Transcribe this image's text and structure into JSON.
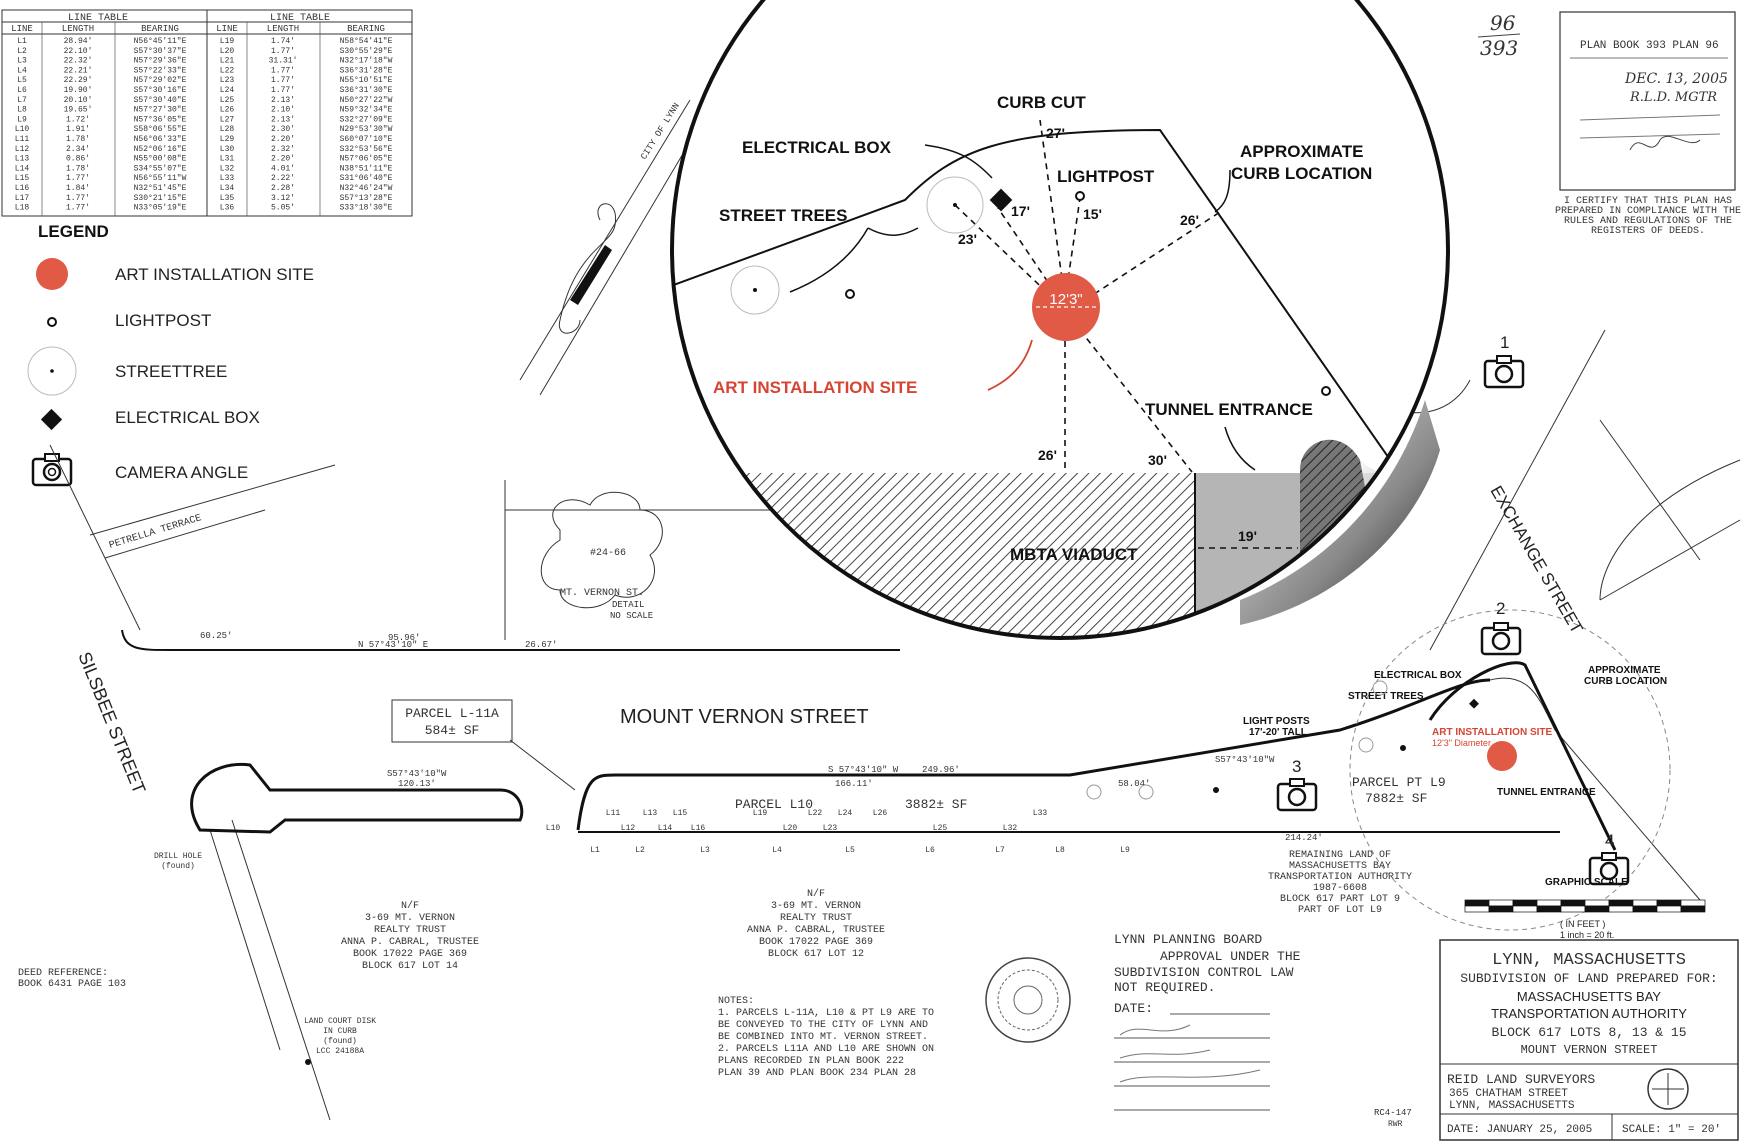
{
  "legend": {
    "title": "LEGEND",
    "items": [
      {
        "label": "ART INSTALLATION SITE",
        "icon": "art-site-icon"
      },
      {
        "label": "LIGHTPOST",
        "icon": "lightpost-icon"
      },
      {
        "label": "STREETTREE",
        "icon": "street-tree-icon"
      },
      {
        "label": "ELECTRICAL BOX",
        "icon": "electrical-box-icon"
      },
      {
        "label": "CAMERA ANGLE",
        "icon": "camera-icon"
      }
    ]
  },
  "line_table": {
    "title": "LINE TABLE",
    "headers": [
      "LINE",
      "LENGTH",
      "BEARING"
    ],
    "left_rows": [
      [
        "L1",
        "28.94'",
        "N56°45'11\"E"
      ],
      [
        "L2",
        "22.10'",
        "S57°30'37\"E"
      ],
      [
        "L3",
        "22.32'",
        "N57°29'36\"E"
      ],
      [
        "L4",
        "22.21'",
        "S57°22'33\"E"
      ],
      [
        "L5",
        "22.29'",
        "N57°29'02\"E"
      ],
      [
        "L6",
        "19.90'",
        "S57°30'16\"E"
      ],
      [
        "L7",
        "20.10'",
        "S57°30'40\"E"
      ],
      [
        "L8",
        "19.65'",
        "N57°27'30\"E"
      ],
      [
        "L9",
        "1.72'",
        "N57°36'05\"E"
      ],
      [
        "L10",
        "1.91'",
        "S58°06'55\"E"
      ],
      [
        "L11",
        "1.78'",
        "N56°06'33\"E"
      ],
      [
        "L12",
        "2.34'",
        "N52°06'16\"E"
      ],
      [
        "L13",
        "0.86'",
        "N55°00'08\"E"
      ],
      [
        "L14",
        "1.78'",
        "S34°55'07\"E"
      ],
      [
        "L15",
        "1.77'",
        "N56°55'11\"W"
      ],
      [
        "L16",
        "1.84'",
        "N32°51'45\"E"
      ],
      [
        "L17",
        "1.77'",
        "S30°21'15\"E"
      ],
      [
        "L18",
        "1.77'",
        "N33°05'19\"E"
      ]
    ],
    "right_rows": [
      [
        "L19",
        "1.74'",
        "N58°54'41\"E"
      ],
      [
        "L20",
        "1.77'",
        "S30°55'29\"E"
      ],
      [
        "L21",
        "31.31'",
        "N32°17'18\"W"
      ],
      [
        "L22",
        "1.77'",
        "S36°31'28\"E"
      ],
      [
        "L23",
        "1.77'",
        "N55°10'51\"E"
      ],
      [
        "L24",
        "1.77'",
        "S36°31'30\"E"
      ],
      [
        "L25",
        "2.13'",
        "N50°27'22\"W"
      ],
      [
        "L26",
        "2.10'",
        "N59°32'34\"E"
      ],
      [
        "L27",
        "2.13'",
        "S32°27'09\"E"
      ],
      [
        "L28",
        "2.30'",
        "N29°53'30\"W"
      ],
      [
        "L29",
        "2.20'",
        "S60°07'10\"E"
      ],
      [
        "L30",
        "2.32'",
        "S32°53'56\"E"
      ],
      [
        "L31",
        "2.20'",
        "N57°06'05\"E"
      ],
      [
        "L32",
        "4.01'",
        "N38°51'11\"E"
      ],
      [
        "L33",
        "2.22'",
        "S31°06'40\"E"
      ],
      [
        "L34",
        "2.28'",
        "N32°46'24\"W"
      ],
      [
        "L35",
        "3.12'",
        "S57°13'28\"E"
      ],
      [
        "L36",
        "5.05'",
        "S33°18'30\"E"
      ]
    ]
  },
  "detail": {
    "curb_cut": "CURB CUT",
    "electrical_box": "ELECTRICAL BOX",
    "lightpost": "LIGHTPOST",
    "approx_curb_1": "APPROXIMATE",
    "approx_curb_2": "CURB LOCATION",
    "street_trees": "STREET TREES",
    "art_site": "ART INSTALLATION SITE",
    "tunnel_entrance": "TUNNEL ENTRANCE",
    "viaduct": "MBTA VIADUCT",
    "diameter": "12'3\"",
    "d_27": "27'",
    "d_17": "17'",
    "d_15": "15'",
    "d_23": "23'",
    "d_26a": "26'",
    "d_26b": "26'",
    "d_30": "30'",
    "d_19": "19'"
  },
  "plan": {
    "silsbee": "SILSBEE   STREET",
    "exchange": "EXCHANGE   STREET",
    "mount_vernon": "MOUNT VERNON STREET",
    "petrella": "PETRELLA TERRACE",
    "city_of_lynn": "CITY OF LYNN",
    "parcel_l11a": "PARCEL L-11A",
    "parcel_l11a_sf": "584± SF",
    "parcel_l10": "PARCEL L10",
    "parcel_l10_sf": "3882± SF",
    "parcel_l9": "PARCEL PT L9",
    "parcel_l9_sf": "7882± SF",
    "detail_id": "#24-66",
    "detail_street": "MT. VERNON ST.",
    "detail_label": "DETAIL",
    "detail_scale": "NO SCALE",
    "brg_1": "95.96'",
    "brg_2": "N 57°43'10\" E",
    "brg_3": "26.67'",
    "brg_4": "60.25'",
    "brg_5": "S57°43'10\"W",
    "brg_6": "120.13'",
    "brg_7": "S 57°43'10\" W",
    "brg_8": "249.96'",
    "brg_9": "166.11'",
    "brg_10": "58.04'",
    "brg_11": "214.24'",
    "brg_12": "S57°43'10\"W",
    "nf_left": [
      "N/F",
      "3-69 MT. VERNON",
      "REALTY TRUST",
      "ANNA P. CABRAL, TRUSTEE",
      "BOOK 17022 PAGE 369",
      "BLOCK 617 LOT 14"
    ],
    "nf_mid": [
      "N/F",
      "3-69 MT. VERNON",
      "REALTY TRUST",
      "ANNA P. CABRAL, TRUSTEE",
      "BOOK 17022 PAGE 369",
      "BLOCK 617 LOT 12"
    ],
    "remaining": [
      "REMAINING LAND OF",
      "MASSACHUSETTS BAY",
      "TRANSPORTATION AUTHORITY",
      "1987-6608",
      "BLOCK 617 PART LOT 9",
      "PART OF LOT L9"
    ],
    "drill_hole": [
      "DRILL HOLE",
      "(found)"
    ],
    "lcc_disk": [
      "LAND COURT DISK",
      "IN CURB",
      "(found)",
      "LCC 24188A"
    ],
    "deed_ref": [
      "DEED REFERENCE:",
      "BOOK 6431 PAGE 103"
    ],
    "notes": [
      "NOTES:",
      "1. PARCELS L-11A, L10 & PT L9 ARE TO",
      "BE CONVEYED TO THE CITY OF LYNN AND",
      "BE COMBINED INTO MT. VERNON STREET.",
      "2. PARCELS L11A AND L10 ARE SHOWN ON",
      "PLANS RECORDED IN PLAN BOOK 222",
      "PLAN 39 AND PLAN BOOK 234 PLAN 28"
    ],
    "mini_elec": "ELECTRICAL BOX",
    "mini_trees": "STREET TREES",
    "mini_curb_1": "APPROXIMATE",
    "mini_curb_2": "CURB LOCATION",
    "mini_lights_1": "LIGHT POSTS",
    "mini_lights_2": "17'-20' TALL",
    "mini_art": "ART INSTALLATION SITE",
    "mini_diam": "12'3\" Diameter",
    "mini_tunnel": "TUNNEL ENTRANCE",
    "graphic_scale": "GRAPHIC SCALE",
    "scale_feet": "( IN FEET )",
    "scale_inch": "1 inch = 20 ft.",
    "cam_1": "1",
    "cam_2": "2",
    "cam_3": "3",
    "cam_4": "4",
    "ref_code": "RC4-147",
    "ref_code2": "RWR"
  },
  "planning_board": {
    "title": "LYNN PLANNING BOARD",
    "line1": "APPROVAL UNDER THE",
    "line2": "SUBDIVISION CONTROL LAW",
    "line3": "NOT REQUIRED.",
    "date_label": "DATE:"
  },
  "title_block": {
    "city": "LYNN, MASSACHUSETTS",
    "sub": "SUBDIVISION OF LAND PREPARED FOR:",
    "client1": "MASSACHUSETTS BAY",
    "client2": "TRANSPORTATION AUTHORITY",
    "lots": "BLOCK 617 LOTS 8, 13 & 15",
    "street": "MOUNT VERNON STREET",
    "surveyor": "REID LAND SURVEYORS",
    "addr1": "365 CHATHAM STREET",
    "addr2": "LYNN, MASSACHUSETTS",
    "date": "DATE:   JANUARY 25, 2005",
    "scale": "SCALE:  1\" = 20'"
  },
  "registry": {
    "plan_book": "PLAN BOOK 393 PLAN 96",
    "received": "DEC. 13, 2005",
    "by": "R.L.D. MGTR",
    "certify": [
      "I CERTIFY THAT THIS PLAN HAS",
      "PREPARED IN COMPLIANCE WITH THE",
      "RULES AND REGULATIONS OF THE",
      "REGISTERS OF DEEDS."
    ],
    "corner_96": "96",
    "corner_393": "393"
  }
}
